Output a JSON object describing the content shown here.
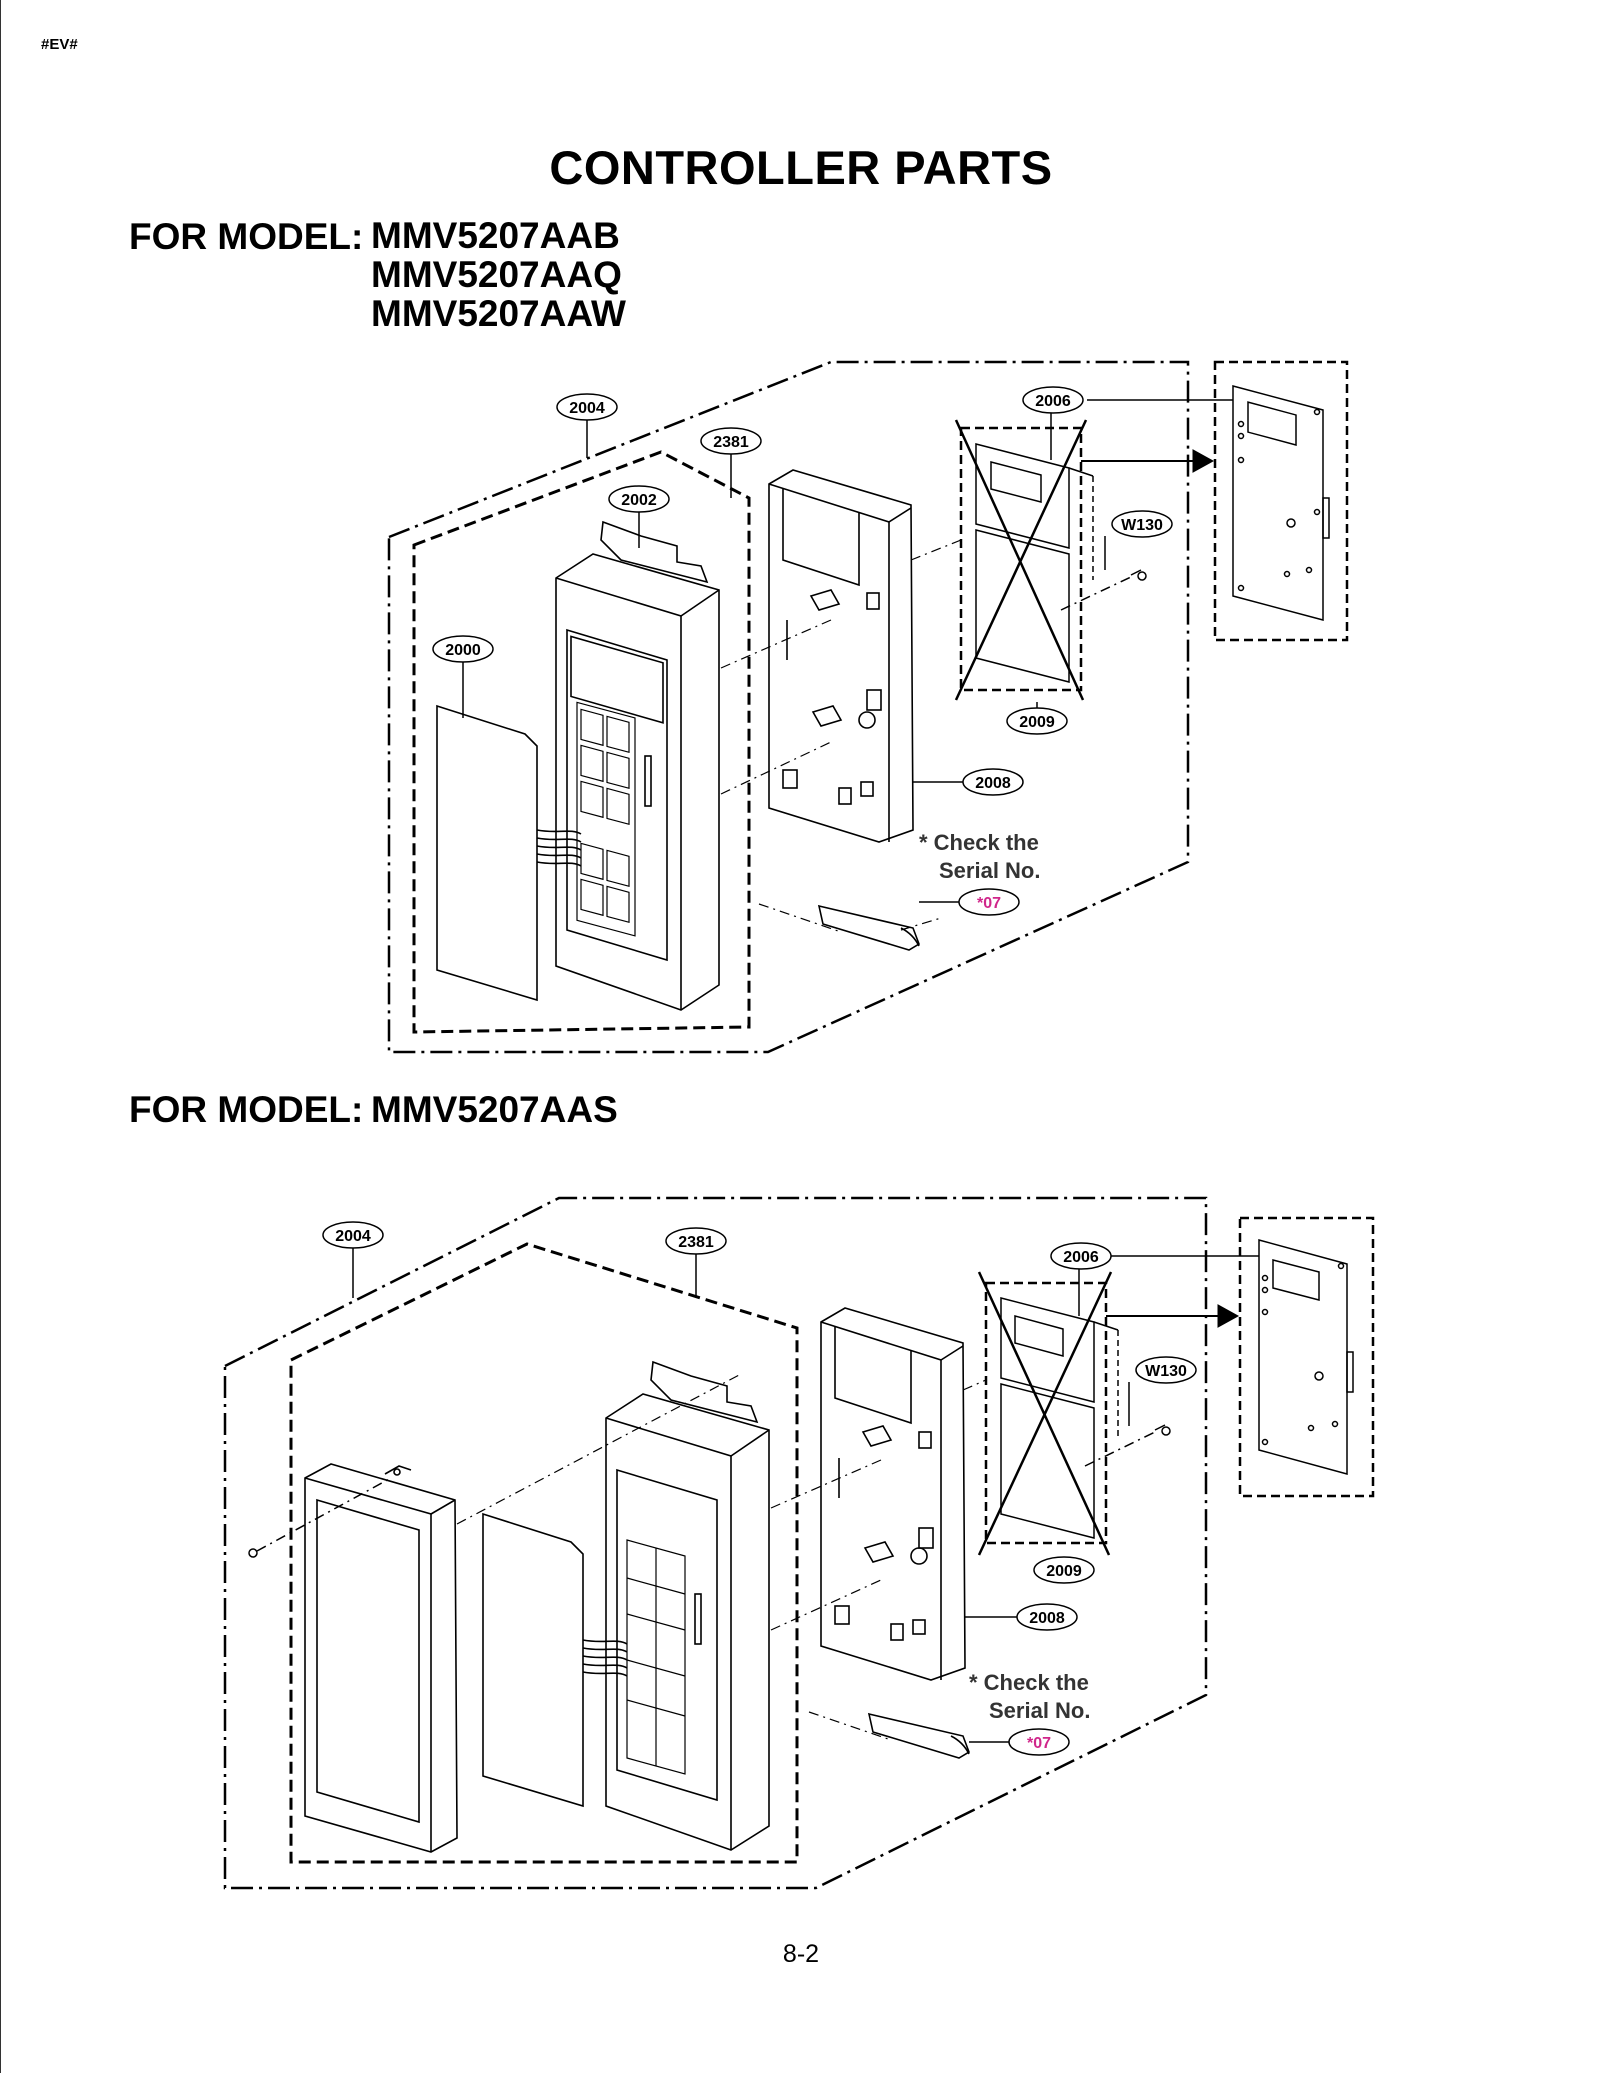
{
  "header_tag": "#EV#",
  "title": "CONTROLLER PARTS",
  "section1": {
    "label": "FOR MODEL:",
    "models": [
      "MMV5207AAB",
      "MMV5207AAQ",
      "MMV5207AAW"
    ],
    "callouts": {
      "c2004": "2004",
      "c2381": "2381",
      "c2002": "2002",
      "c2000": "2000",
      "c2006": "2006",
      "cW130": "W130",
      "c2009": "2009",
      "c2008": "2008",
      "c07": "*07"
    },
    "note_line1": "* Check the",
    "note_line2": "Serial No."
  },
  "section2": {
    "label": "FOR MODEL:",
    "model": "MMV5207AAS",
    "callouts": {
      "c2004": "2004",
      "c2381": "2381",
      "c2006": "2006",
      "cW130": "W130",
      "c2009": "2009",
      "c2008": "2008",
      "c07": "*07"
    },
    "note_line1": "* Check the",
    "note_line2": "Serial No."
  },
  "page_number": "8-2"
}
